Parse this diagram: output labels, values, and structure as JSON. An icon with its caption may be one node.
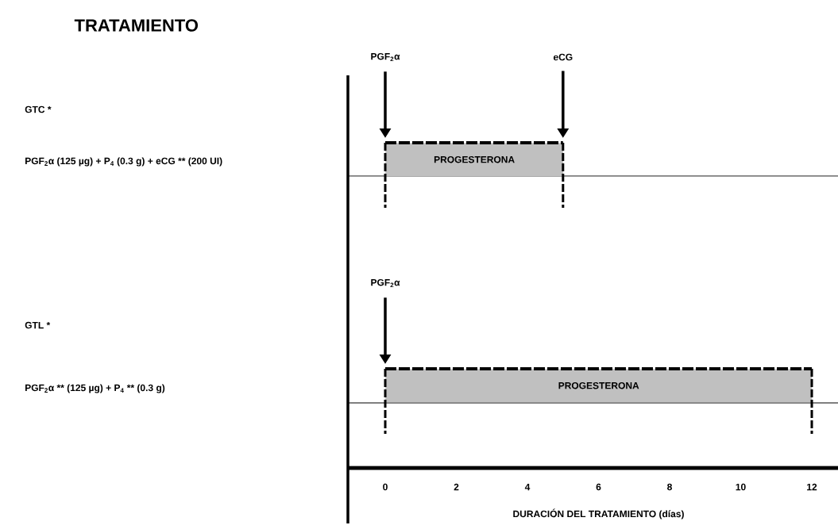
{
  "diagram": {
    "title": "TRATAMIENTO",
    "nodes": [
      {
        "text": [
          "PGF$_{2}$α"
        ]
      },
      {
        "text": [
          "eCG"
        ]
      },
      {
        "text": [
          "PROGESTERONA"
        ]
      },
      {
        "text": [
          "PGF$_{2}$α"
        ]
      },
      {
        "text": [
          "PROGESTERONA"
        ]
      }
    ],
    "edges": [
      {
        "from": 0,
        "to": 2,
        "arrow": "to"
      },
      {
        "from": 1,
        "to": 2,
        "arrow": "to"
      },
      {
        "from": 3,
        "to": 4,
        "arrow": "to"
      }
    ],
    "labels": [
      "GTC *",
      "PGF$_{2}$α (125 µg) + P$_{4}$ (0.3 g) + eCG ** (200 UI)",
      "GTL *",
      "PGF$_{2}$α ** (125 µg) + P$_{4}$ ** (0.3 g)",
      "0",
      "2",
      "4",
      "6",
      "8",
      "10",
      "12",
      "DURACIÓN DEL TRATAMIENTO (días)"
    ]
  }
}
